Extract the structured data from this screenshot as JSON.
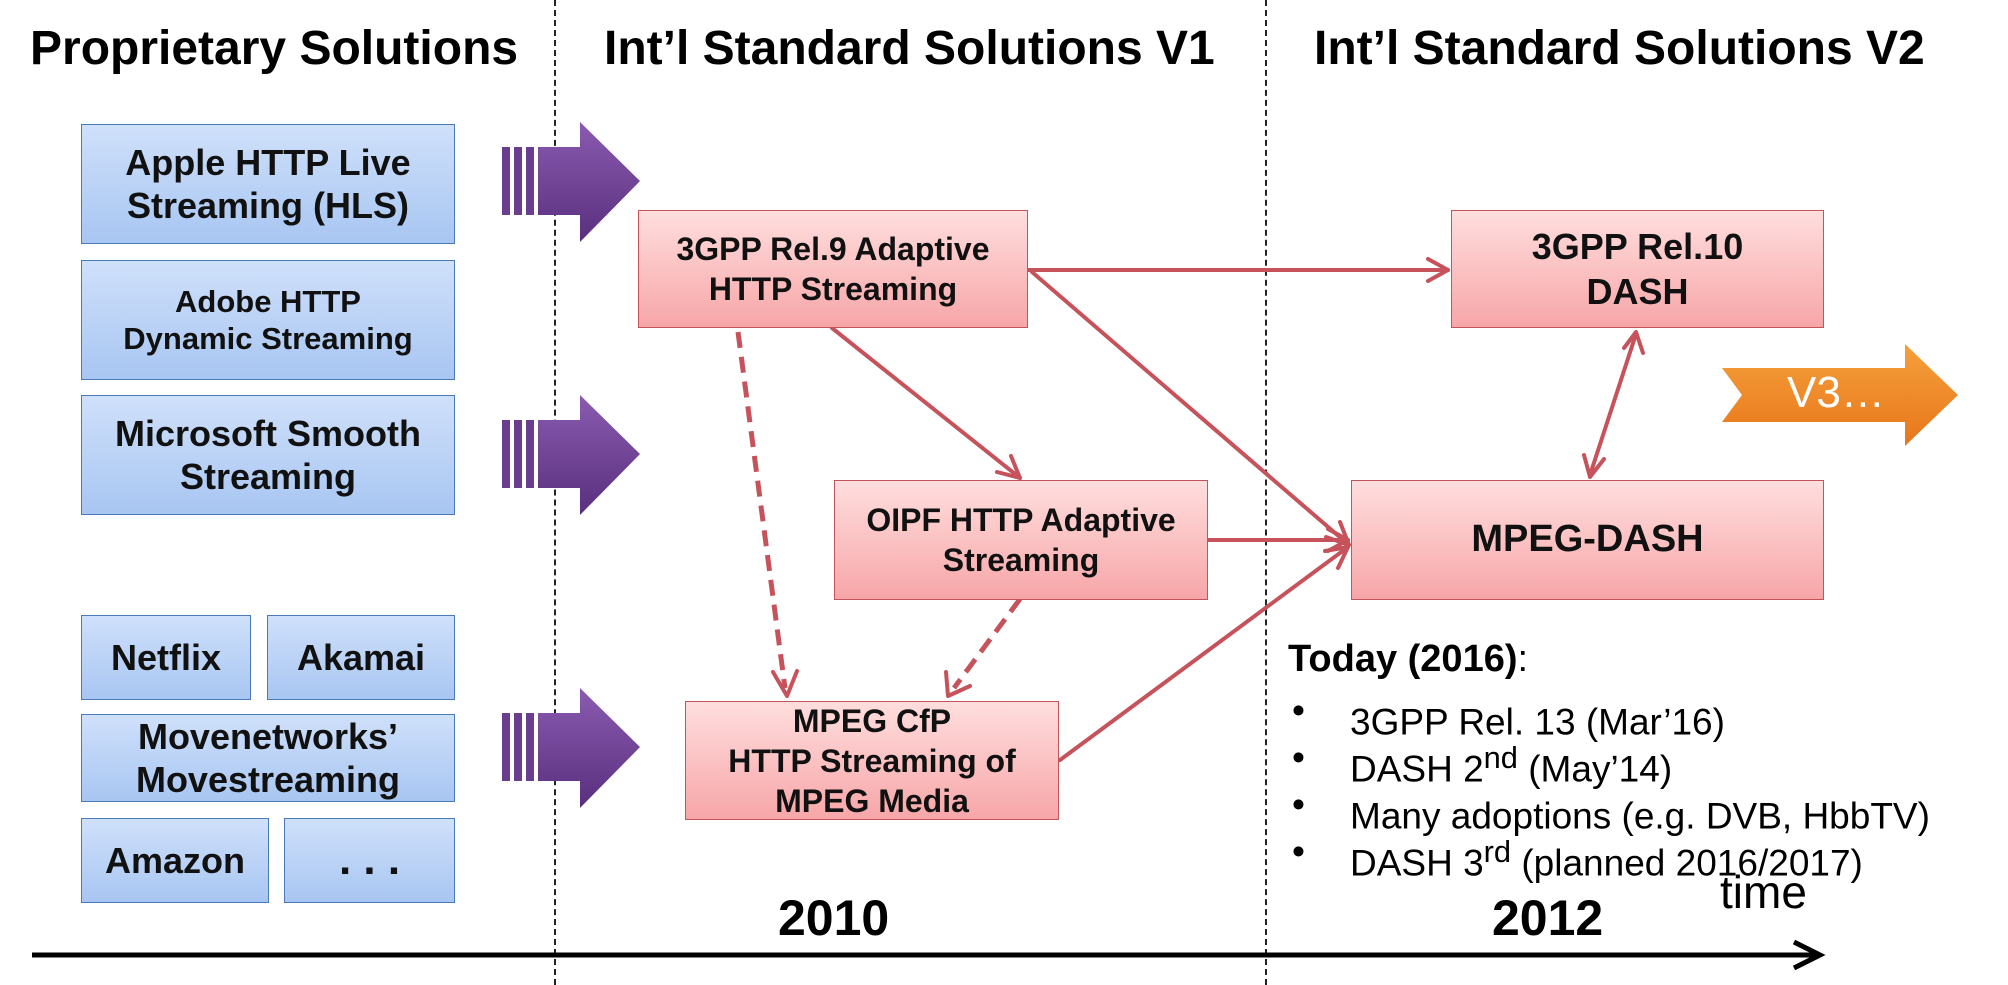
{
  "columns": {
    "proprietary": "Proprietary Solutions",
    "v1": "Int’l Standard Solutions V1",
    "v2": "Int’l Standard Solutions V2"
  },
  "proprietary_boxes": {
    "hls": "Apple HTTP Live\nStreaming (HLS)",
    "adobe": "Adobe HTTP\nDynamic Streaming",
    "microsoft": "Microsoft Smooth\nStreaming",
    "netflix": "Netflix",
    "akamai": "Akamai",
    "movenetworks": "Movenetworks’\nMovestreaming",
    "amazon": "Amazon",
    "more": ". . ."
  },
  "standard_boxes": {
    "gpp9": "3GPP Rel.9 Adaptive\nHTTP Streaming",
    "oipf": "OIPF HTTP Adaptive\nStreaming",
    "mpeg_cfp": "MPEG CfP\nHTTP Streaming of\nMPEG Media",
    "gpp10": "3GPP Rel.10\nDASH",
    "mpeg_dash": "MPEG-DASH"
  },
  "next_version": "V3…",
  "today": {
    "heading": "Today (2016)",
    "suffix": ":",
    "bullet_char": "•",
    "items": [
      {
        "pre": "3GPP Rel. 13 (Mar’16)",
        "sup": "",
        "post": ""
      },
      {
        "pre": "DASH 2",
        "sup": "nd",
        "post": " (May’14)"
      },
      {
        "pre": "Many adoptions (e.g. DVB, HbbTV)",
        "sup": "",
        "post": ""
      },
      {
        "pre": "DASH 3",
        "sup": "rd",
        "post": " (planned 2016/2017)"
      }
    ]
  },
  "timeline": {
    "year1": "2010",
    "year2": "2012",
    "axis_label": "time"
  },
  "colors": {
    "purple_arrow": "#6b3d8e",
    "red_arrow": "#c6535b",
    "orange_arrow": "#f0851f",
    "blue_box": "#a8c6f2",
    "red_box": "#f7a6a8"
  }
}
